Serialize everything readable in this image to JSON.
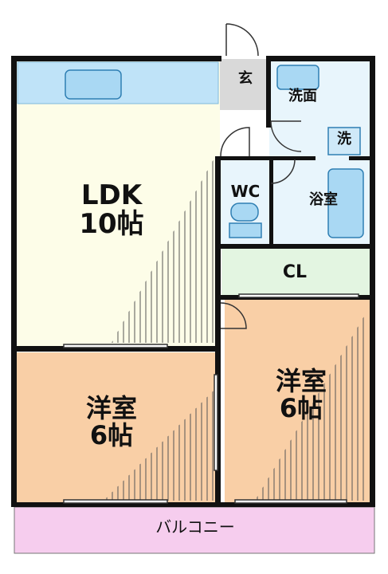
{
  "rooms": {
    "ldk": {
      "name": "LDK",
      "size": "10帖"
    },
    "entrance": {
      "name": "玄"
    },
    "washroom": {
      "name": "洗面"
    },
    "washer": {
      "name": "洗"
    },
    "wc": {
      "name": "WC"
    },
    "bath": {
      "name": "浴室"
    },
    "closet": {
      "name": "CL"
    },
    "bedroom_left": {
      "name": "洋室",
      "size": "6帖"
    },
    "bedroom_right": {
      "name": "洋室",
      "size": "6帖"
    },
    "balcony": {
      "name": "バルコニー"
    }
  },
  "colors": {
    "wall": "#111111",
    "ldk": "#fdfde8",
    "bedroom": "#f9cfa6",
    "wet_area": "#e8f5fc",
    "fixture": "#a9d8f3",
    "fixture_outline": "#2f7fb3",
    "closet": "#e3f5e1",
    "balcony": "#f6cdee",
    "entrance": "#d9d9d9"
  }
}
